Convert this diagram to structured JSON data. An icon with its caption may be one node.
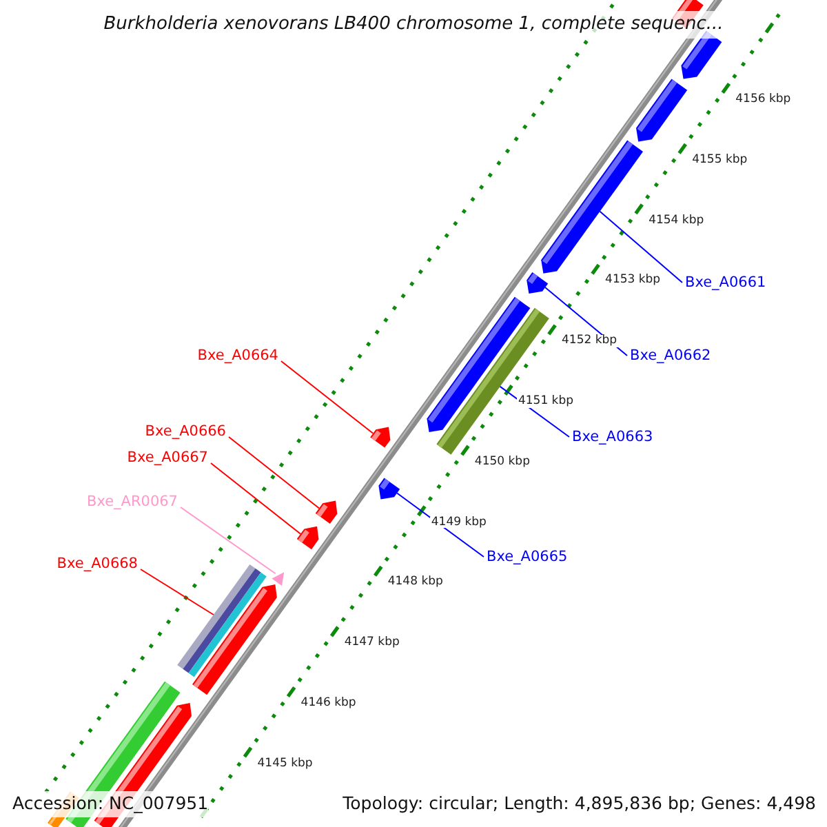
{
  "diagram": {
    "title": "Burkholderia xenovorans LB400 chromosome 1, complete sequenc...",
    "nodes": [
      {
        "text": [
          "Bxe_A0661"
        ]
      },
      {
        "text": [
          "Bxe_A0662"
        ]
      },
      {
        "text": [
          "Bxe_A0664"
        ]
      },
      {
        "text": [
          "Bxe_A0663"
        ]
      },
      {
        "text": [
          "Bxe_A0666"
        ]
      },
      {
        "text": [
          "Bxe_A0667"
        ]
      },
      {
        "text": [
          "Bxe_AR0067"
        ]
      },
      {
        "text": [
          "Bxe_A0665"
        ]
      },
      {
        "text": [
          "Bxe_A0668"
        ]
      },
      {
        "text": [],
        "shape": "bar"
      },
      {
        "text": [],
        "shape": "bar"
      },
      {
        "text": [],
        "shape": "bar"
      },
      {
        "text": [],
        "shape": "bar"
      },
      {
        "text": [],
        "shape": "bar"
      },
      {
        "text": [],
        "shape": "bar"
      },
      {
        "text": [],
        "shape": "bar"
      },
      {
        "text": [],
        "shape": "bar"
      },
      {
        "text": [],
        "shape": "bar"
      },
      {
        "text": [],
        "shape": "bar"
      },
      {
        "text": [],
        "shape": "bar"
      },
      {
        "text": [],
        "shape": "bar"
      },
      {
        "text": [],
        "shape": "bar"
      },
      {
        "text": [],
        "shape": "bar"
      },
      {
        "text": [],
        "shape": "bar"
      },
      {
        "text": [],
        "shape": "bar"
      },
      {
        "text": [],
        "shape": "bar"
      }
    ],
    "edges": [
      {
        "from": 0,
        "to": 12,
        "arrow": "none",
        "color": "#0000ff"
      },
      {
        "from": 1,
        "to": 13,
        "arrow": "none",
        "color": "#0000ff"
      },
      {
        "from": 2,
        "to": 16,
        "arrow": "none",
        "color": "#ff0000"
      },
      {
        "from": 3,
        "to": 15,
        "arrow": "none",
        "color": "#0000ff"
      },
      {
        "from": 4,
        "to": 18,
        "arrow": "none",
        "color": "#ff0000"
      },
      {
        "from": 5,
        "to": 19,
        "arrow": "none",
        "color": "#ff0000"
      },
      {
        "from": 6,
        "to": 20,
        "arrow": "none",
        "color": "#ff99cc"
      },
      {
        "from": 7,
        "to": 17,
        "arrow": "none",
        "color": "#0000ff"
      },
      {
        "from": 8,
        "to": 21,
        "arrow": "none",
        "color": "#ff0000"
      }
    ],
    "labels": [
      "4156 kbp",
      "4155 kbp",
      "4154 kbp",
      "4153 kbp",
      "4152 kbp",
      "4151 kbp",
      "4150 kbp",
      "4149 kbp",
      "4148 kbp",
      "4147 kbp",
      "4146 kbp",
      "4145 kbp",
      "Accession: NC_007951",
      "Topology: circular; Length: 4,895,836 bp; Genes: 4,498"
    ]
  }
}
